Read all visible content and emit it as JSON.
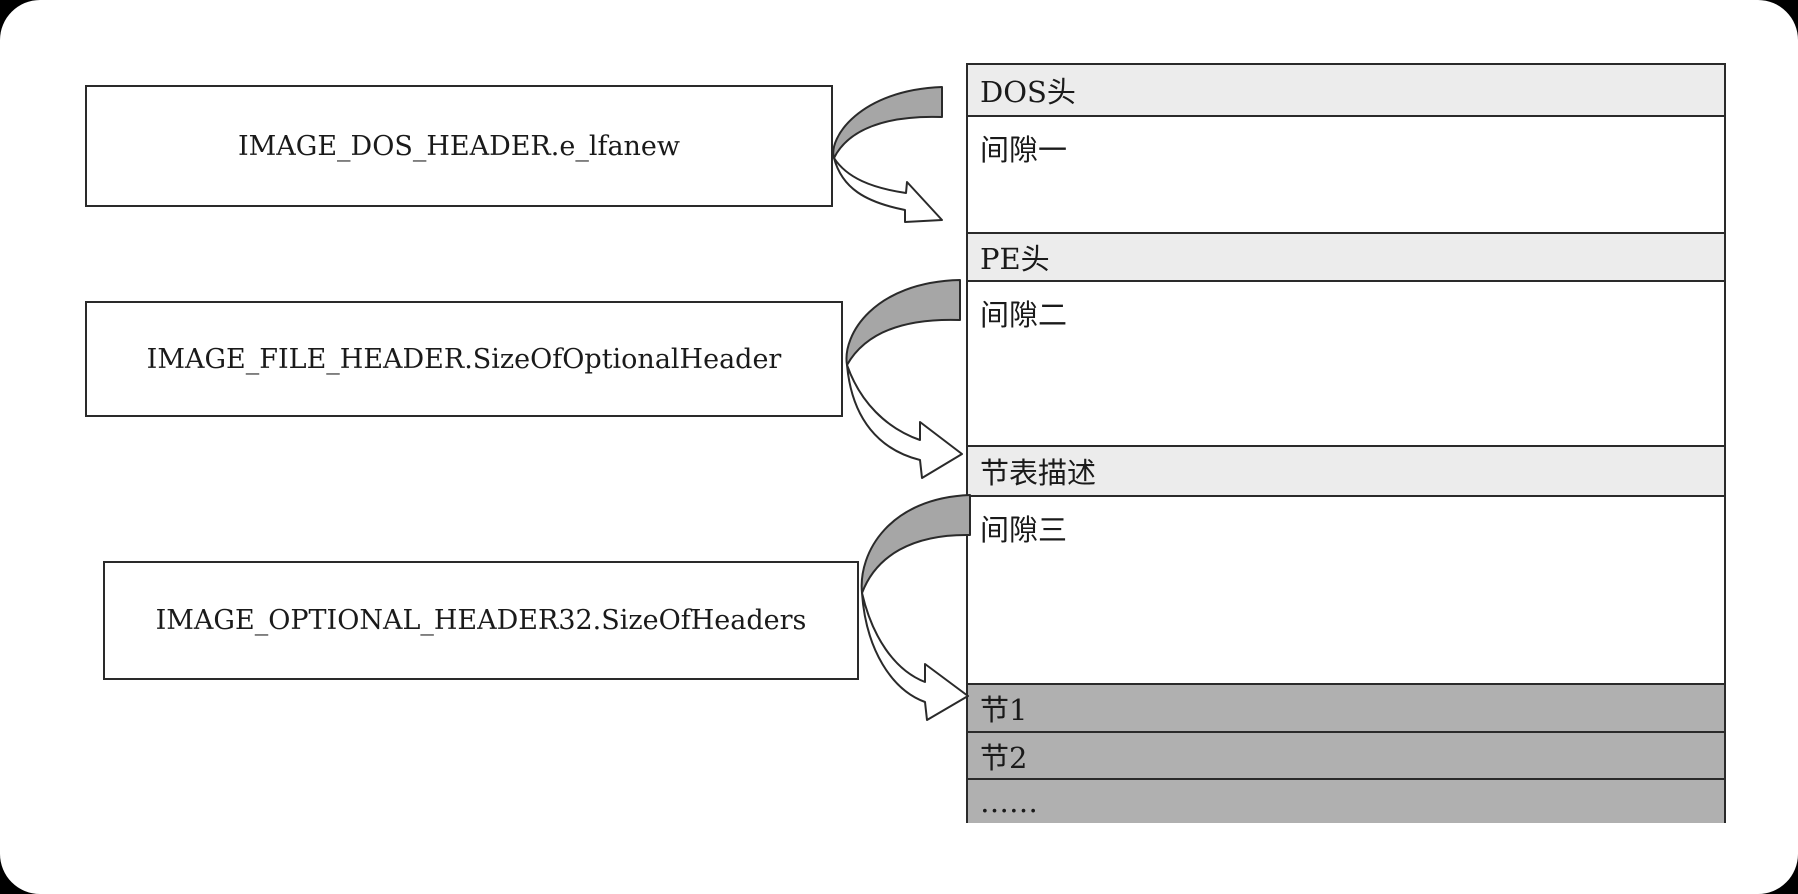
{
  "fields": {
    "dos_header": "IMAGE_DOS_HEADER.e_lfanew",
    "file_header": "IMAGE_FILE_HEADER.SizeOfOptionalHeader",
    "optional_header": "IMAGE_OPTIONAL_HEADER32.SizeOfHeaders"
  },
  "layout": {
    "dos_head": "DOS头",
    "gap1": "间隙一",
    "pe_head": "PE头",
    "gap2": "间隙二",
    "section_table": "节表描述",
    "gap3": "间隙三",
    "section1": "节1",
    "section2": "节2",
    "more": "……"
  },
  "colors": {
    "header_fill": "#ececec",
    "section_fill": "#b0b0b0",
    "arrow_fill": "#a6a6a6",
    "outline": "#2a2a2a"
  }
}
